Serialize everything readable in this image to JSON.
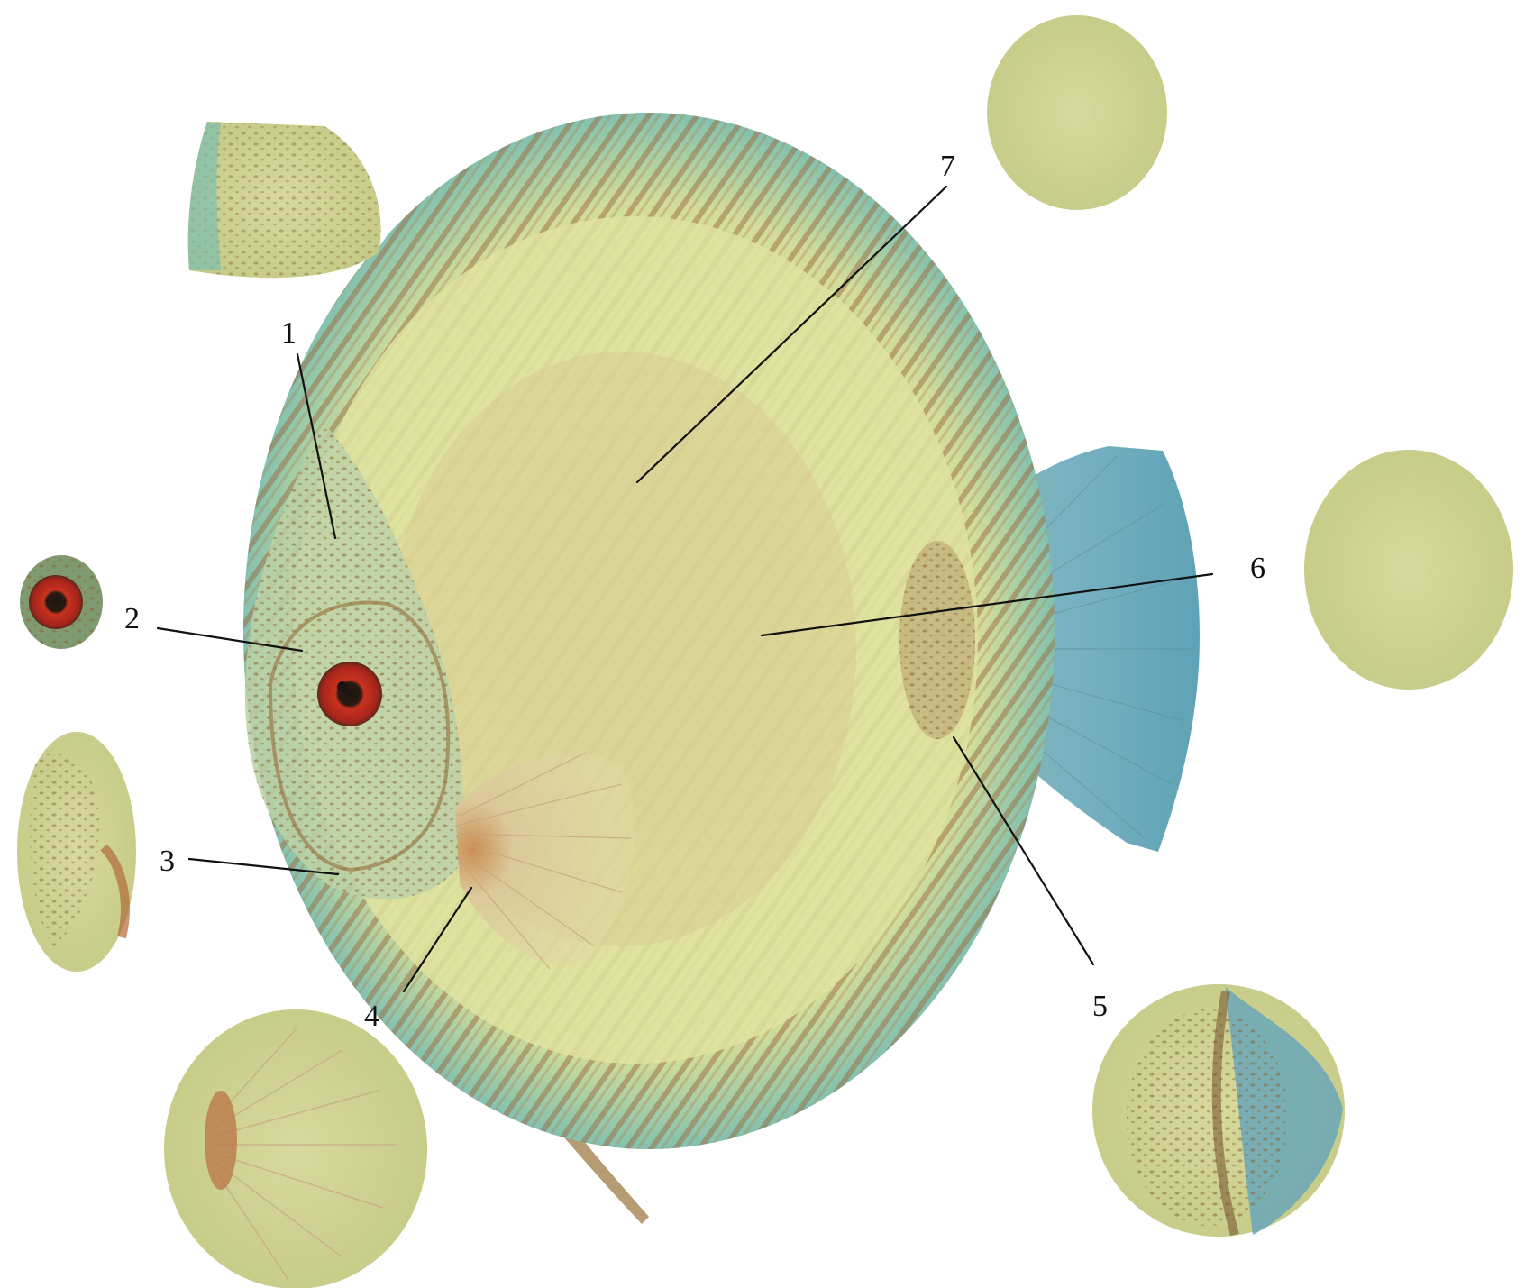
{
  "labels": {
    "l1": "1",
    "l2": "2",
    "l3": "3",
    "l4": "4",
    "l5": "5",
    "l6": "6",
    "l7": "7"
  },
  "colors": {
    "body_light": "#e2e6a0",
    "body_mid": "#cfd68c",
    "body_warm": "#d7c98e",
    "fin_teal": "#6fb8b4",
    "fin_blue": "#78aec0",
    "stripe_brown": "#9a6a3e",
    "eye_red": "#b7261c",
    "inset_bg": "#d2d696"
  }
}
